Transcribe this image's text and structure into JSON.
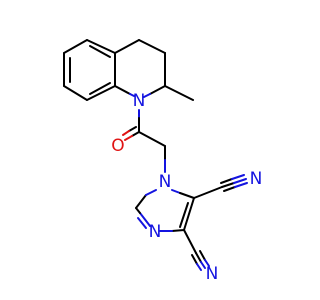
{
  "molecule": {
    "colors": {
      "bond": "#000000",
      "nitrogen": "#1414e0",
      "oxygen": "#e01414",
      "background": "#ffffff"
    },
    "atom_labels": {
      "n_ring": "N",
      "o_carbonyl": "O",
      "n_imidazole_1": "N",
      "n_imidazole_3": "N",
      "n_nitrile_1": "N",
      "n_nitrile_2": "N"
    }
  }
}
